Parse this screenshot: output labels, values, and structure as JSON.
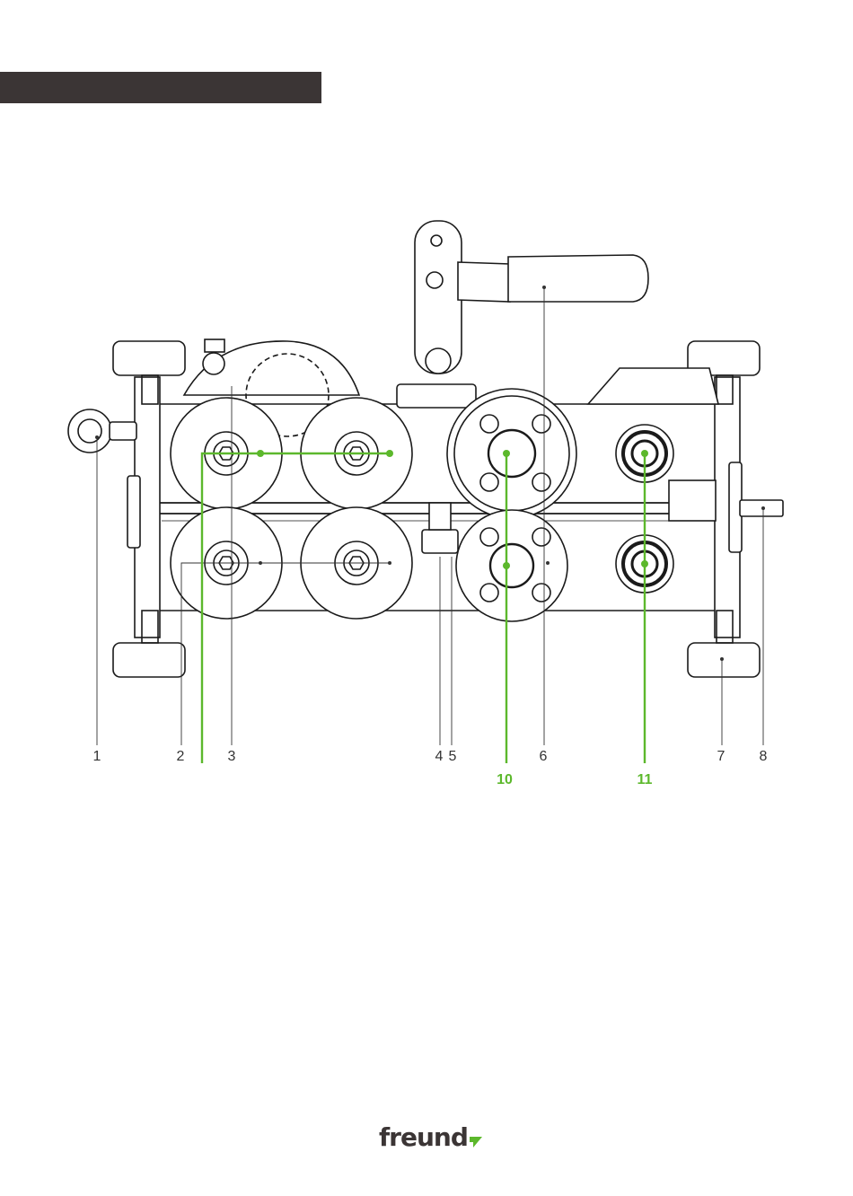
{
  "header": {
    "bar_color": "#3b3535"
  },
  "diagram": {
    "line_color": "#1a1a1a",
    "accent_color": "#5cb82c",
    "callouts": [
      {
        "id": "c1",
        "label": "1"
      },
      {
        "id": "c2",
        "label": "2"
      },
      {
        "id": "c3",
        "label": "3"
      },
      {
        "id": "c4",
        "label": "4"
      },
      {
        "id": "c5",
        "label": "5"
      },
      {
        "id": "c6",
        "label": "6"
      },
      {
        "id": "c7",
        "label": "7"
      },
      {
        "id": "c8",
        "label": "8"
      },
      {
        "id": "c10",
        "label": "10",
        "highlight": true
      },
      {
        "id": "c11",
        "label": "11",
        "highlight": true
      }
    ]
  },
  "footer": {
    "logo_text": "freund",
    "logo_icon": "green-flag-mark"
  }
}
